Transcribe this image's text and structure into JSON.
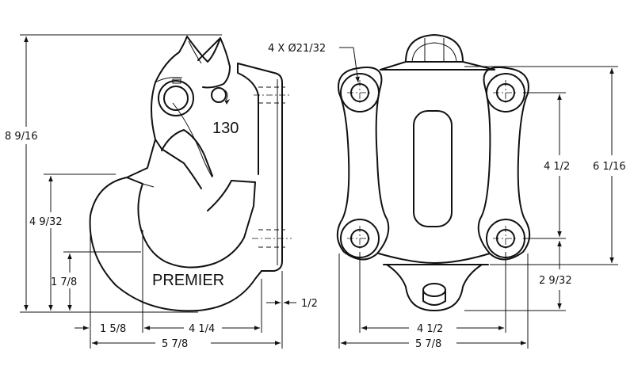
{
  "side_view": {
    "model_number": "130",
    "brand_text": "PREMIER",
    "dims": {
      "overall_height": "8 9/16",
      "jaw_height": "4 9/32",
      "pintle_height": "1 7/8",
      "hook_offset": "1 5/8",
      "body_depth": "4 1/4",
      "overall_depth": "5 7/8",
      "plate_thickness": "1/2"
    }
  },
  "front_view": {
    "dims": {
      "bolt_holes": "4 X Ø21/32",
      "bolt_spacing_vertical": "4 1/2",
      "overall_height": "6 1/16",
      "bottom_offset": "2 9/32",
      "bolt_spacing_horizontal": "4 1/2",
      "overall_width": "5 7/8"
    }
  }
}
